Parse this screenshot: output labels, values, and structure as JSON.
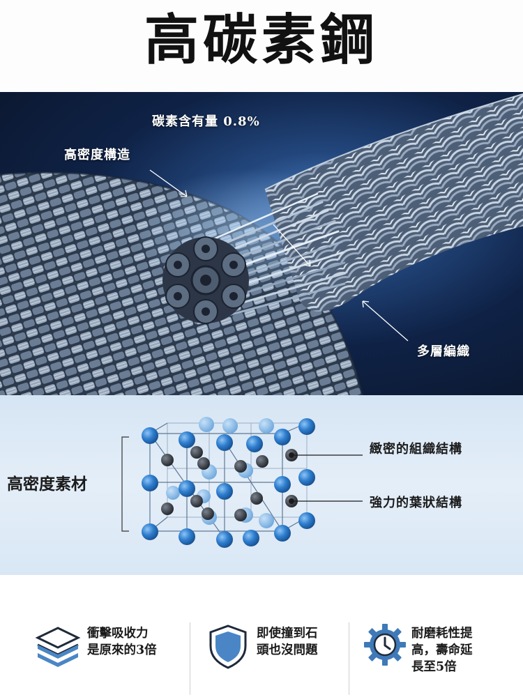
{
  "title": "高碳素鋼",
  "cable_callouts": {
    "carbon": "碳素含有量 0.8%",
    "density": "高密度構造",
    "braid": "多層編織"
  },
  "crystal": {
    "label": "高密度素材",
    "annotation_1": "緻密的組織結構",
    "annotation_2": "強力的葉狀結構"
  },
  "features": [
    {
      "icon": "layers-icon",
      "line1": "衝擊吸收力",
      "line2": "是原來的3倍",
      "line3": ""
    },
    {
      "icon": "shield-icon",
      "line1": "即使撞到石",
      "line2": "頭也沒問題",
      "line3": ""
    },
    {
      "icon": "gear-clock-icon",
      "line1": "耐磨耗性提",
      "line2": "高，壽命延",
      "line3": "長至5倍"
    }
  ],
  "colors": {
    "accent_blue": "#2f6fb5",
    "icon_blue": "#4a86c5",
    "dark_navy": "#0f2246",
    "atom_blue": "#2f7fd0",
    "atom_dark": "#2b2f36"
  }
}
